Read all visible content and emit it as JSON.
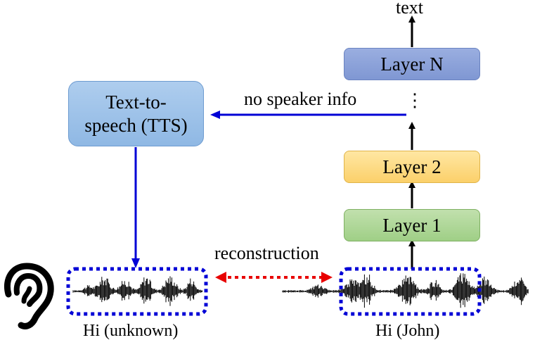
{
  "layers": {
    "layer_n": "Layer N",
    "layer_2": "Layer 2",
    "layer_1": "Layer 1",
    "ellipsis": "⋮"
  },
  "tts_label": "Text-to-\nspeech (TTS)",
  "arrow_labels": {
    "text_output": "text",
    "no_speaker_info": "no speaker info",
    "reconstruction": "reconstruction"
  },
  "waveform_captions": {
    "left": "Hi (unknown)",
    "right": "Hi (John)"
  },
  "colors": {
    "blue_arrow": "#0000d6",
    "dotted_frame": "#0000d6",
    "reconstruction_arrow": "#e80000",
    "black_arrow": "#000000"
  },
  "icons": [
    "ear-icon"
  ]
}
